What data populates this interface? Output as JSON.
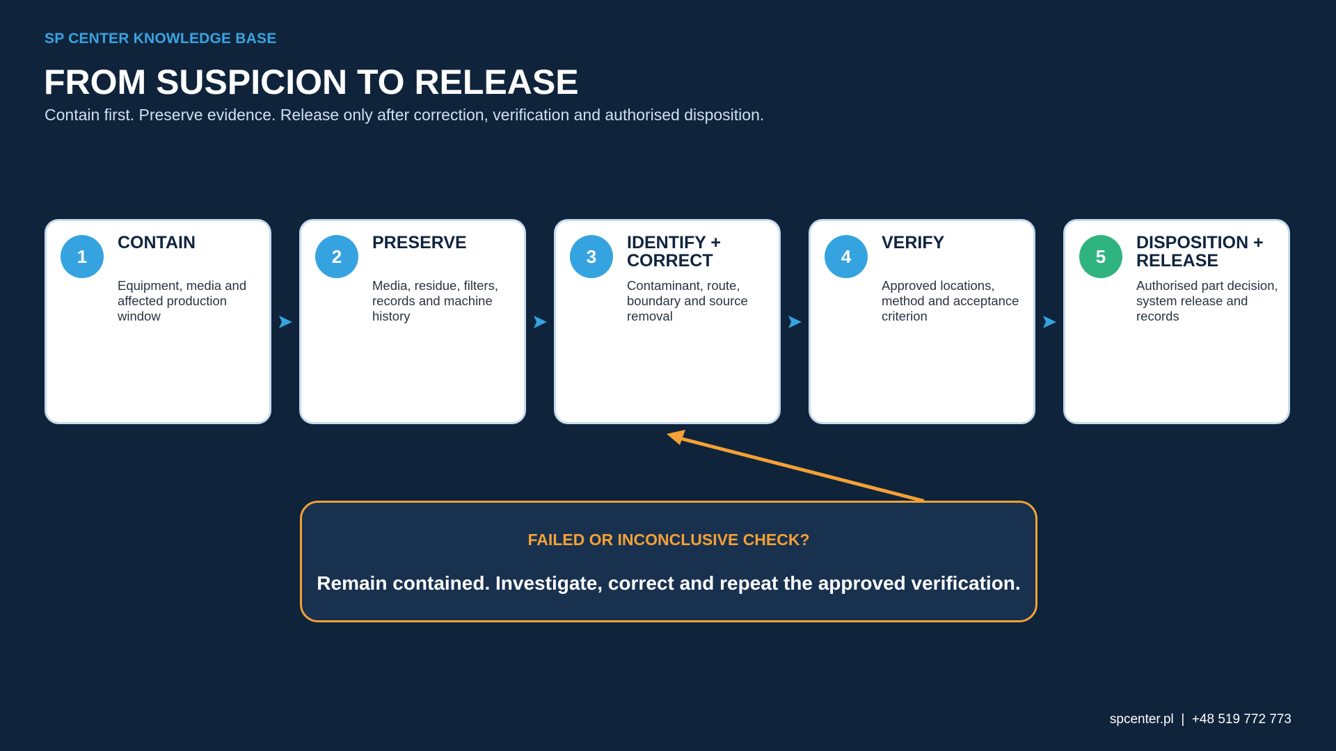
{
  "header": {
    "kicker": "SP CENTER KNOWLEDGE BASE",
    "title": "FROM SUSPICION TO RELEASE",
    "subtitle": "Contain first. Preserve evidence. Release only after correction, verification and authorised disposition."
  },
  "steps": [
    {
      "number": "1",
      "title": "CONTAIN",
      "body": "Equipment, media and affected production window",
      "badge_color": "#35a3e0"
    },
    {
      "number": "2",
      "title": "PRESERVE",
      "body": "Media, residue, filters, records and machine history",
      "badge_color": "#35a3e0"
    },
    {
      "number": "3",
      "title": "IDENTIFY + CORRECT",
      "body": "Contaminant, route, boundary and source removal",
      "badge_color": "#35a3e0"
    },
    {
      "number": "4",
      "title": "VERIFY",
      "body": "Approved locations, method and acceptance criterion",
      "badge_color": "#35a3e0"
    },
    {
      "number": "5",
      "title": "DISPOSITION + RELEASE",
      "body": "Authorised part decision, system release and records",
      "badge_color": "#2fb37f"
    }
  ],
  "loop": {
    "heading": "FAILED OR INCONCLUSIVE CHECK?",
    "text": "Remain contained. Investigate, correct and repeat the approved verification."
  },
  "footer": {
    "contact": "spcenter.pl  |  +48 519 772 773"
  },
  "colors": {
    "background": "#0f243b",
    "accent_blue": "#35a3e0",
    "accent_green": "#2fb37f",
    "accent_orange": "#f4a135"
  }
}
